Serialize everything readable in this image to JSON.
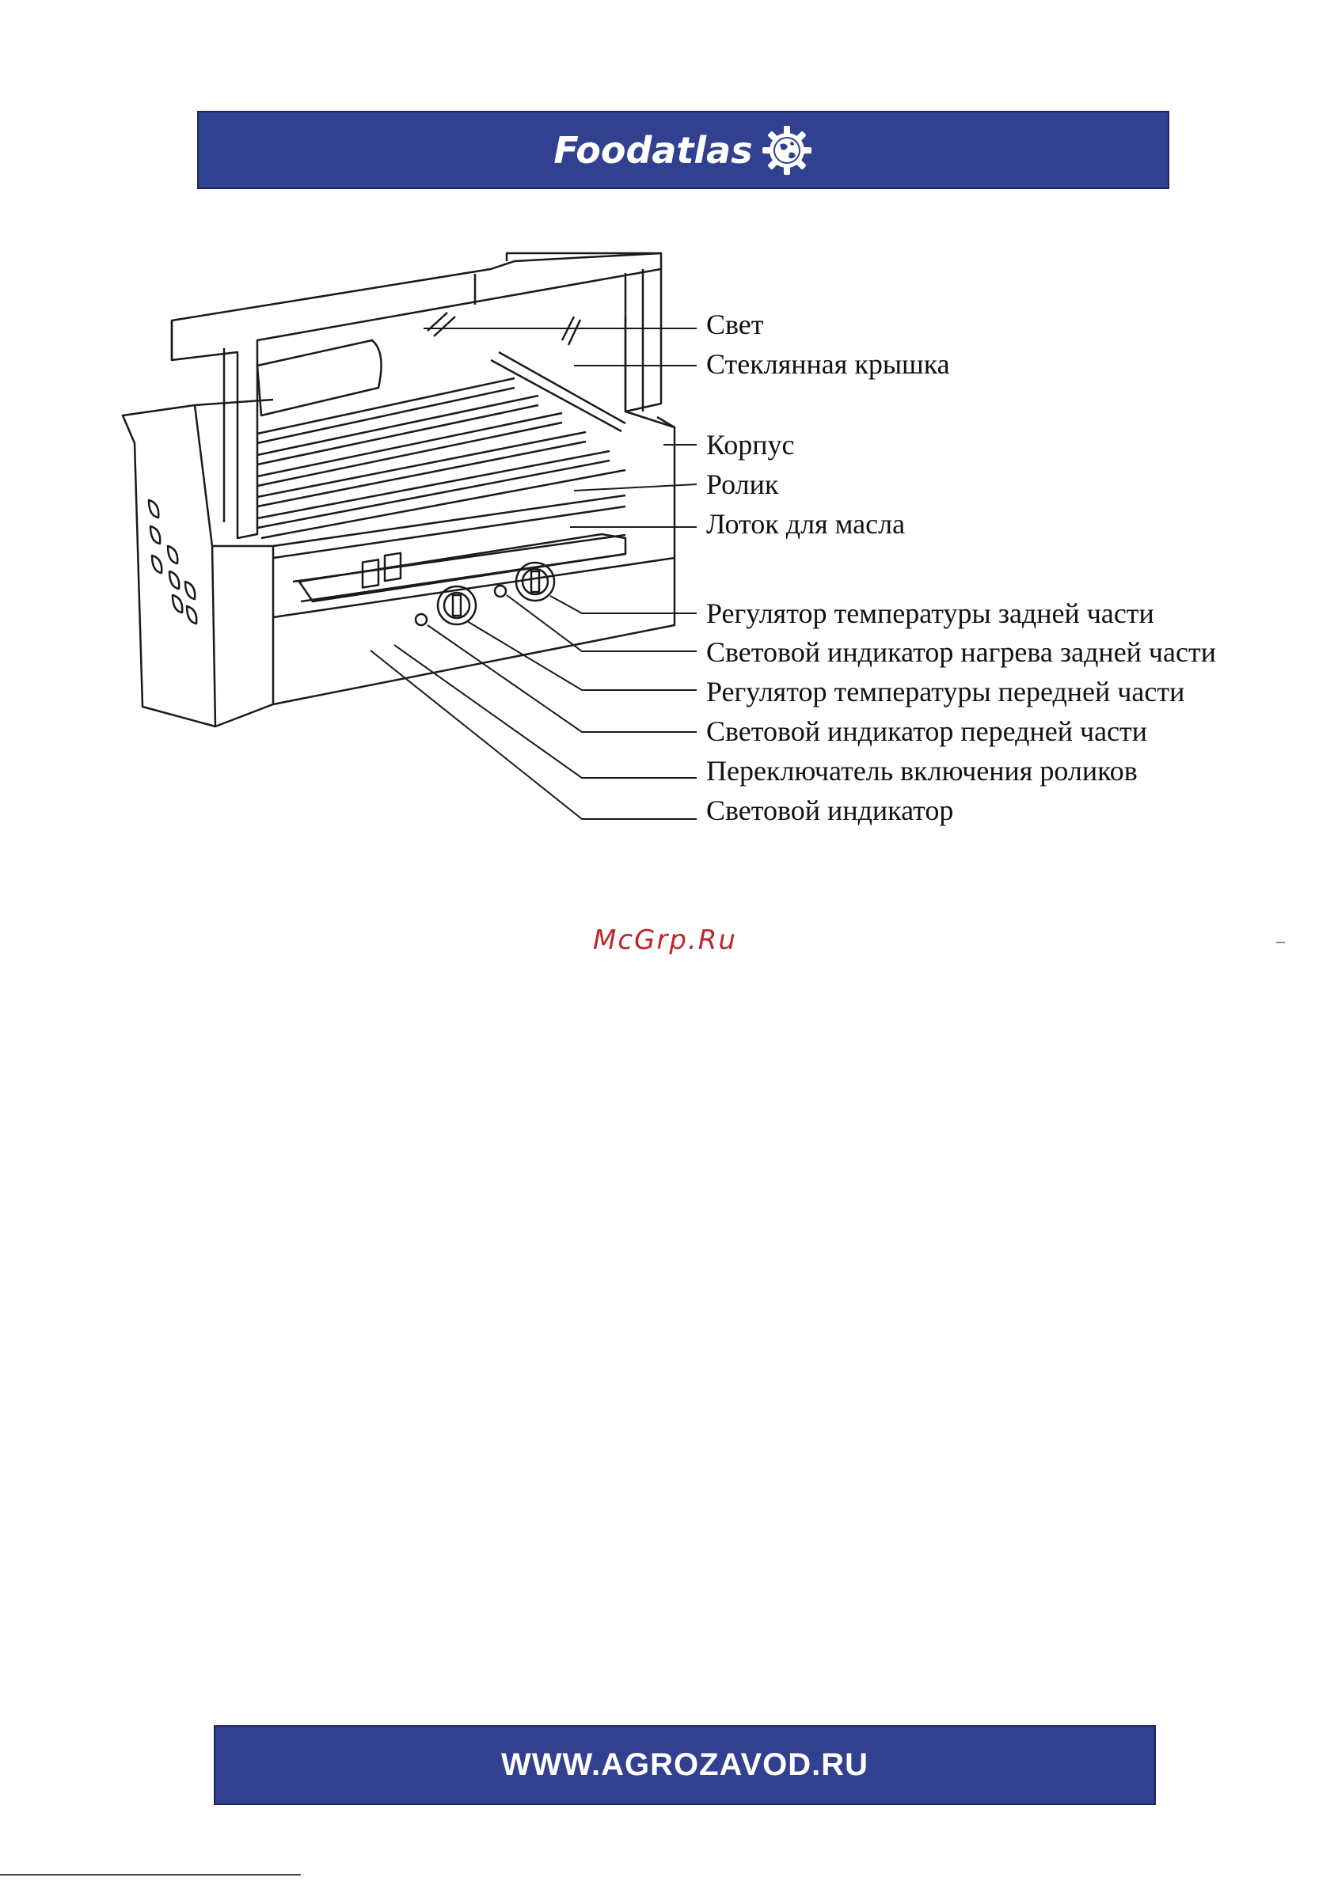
{
  "header": {
    "brand_name": "Foodatlas",
    "logo_icon": "gear-globe-icon",
    "background": "#31418f"
  },
  "labels": [
    "Свет",
    "Стеклянная крышка",
    "Корпус",
    "Ролик",
    "Лоток для масла",
    "Регулятор температуры задней части",
    "Световой индикатор нагрева задней части",
    "Регулятор температуры передней части",
    "Световой индикатор передней части",
    "Переключатель включения роликов",
    "Световой индикатор"
  ],
  "watermark": "McGrp.Ru",
  "page_marker": "–",
  "footer": {
    "url": "WWW.AGROZAVOD.RU",
    "background": "#31418f"
  }
}
